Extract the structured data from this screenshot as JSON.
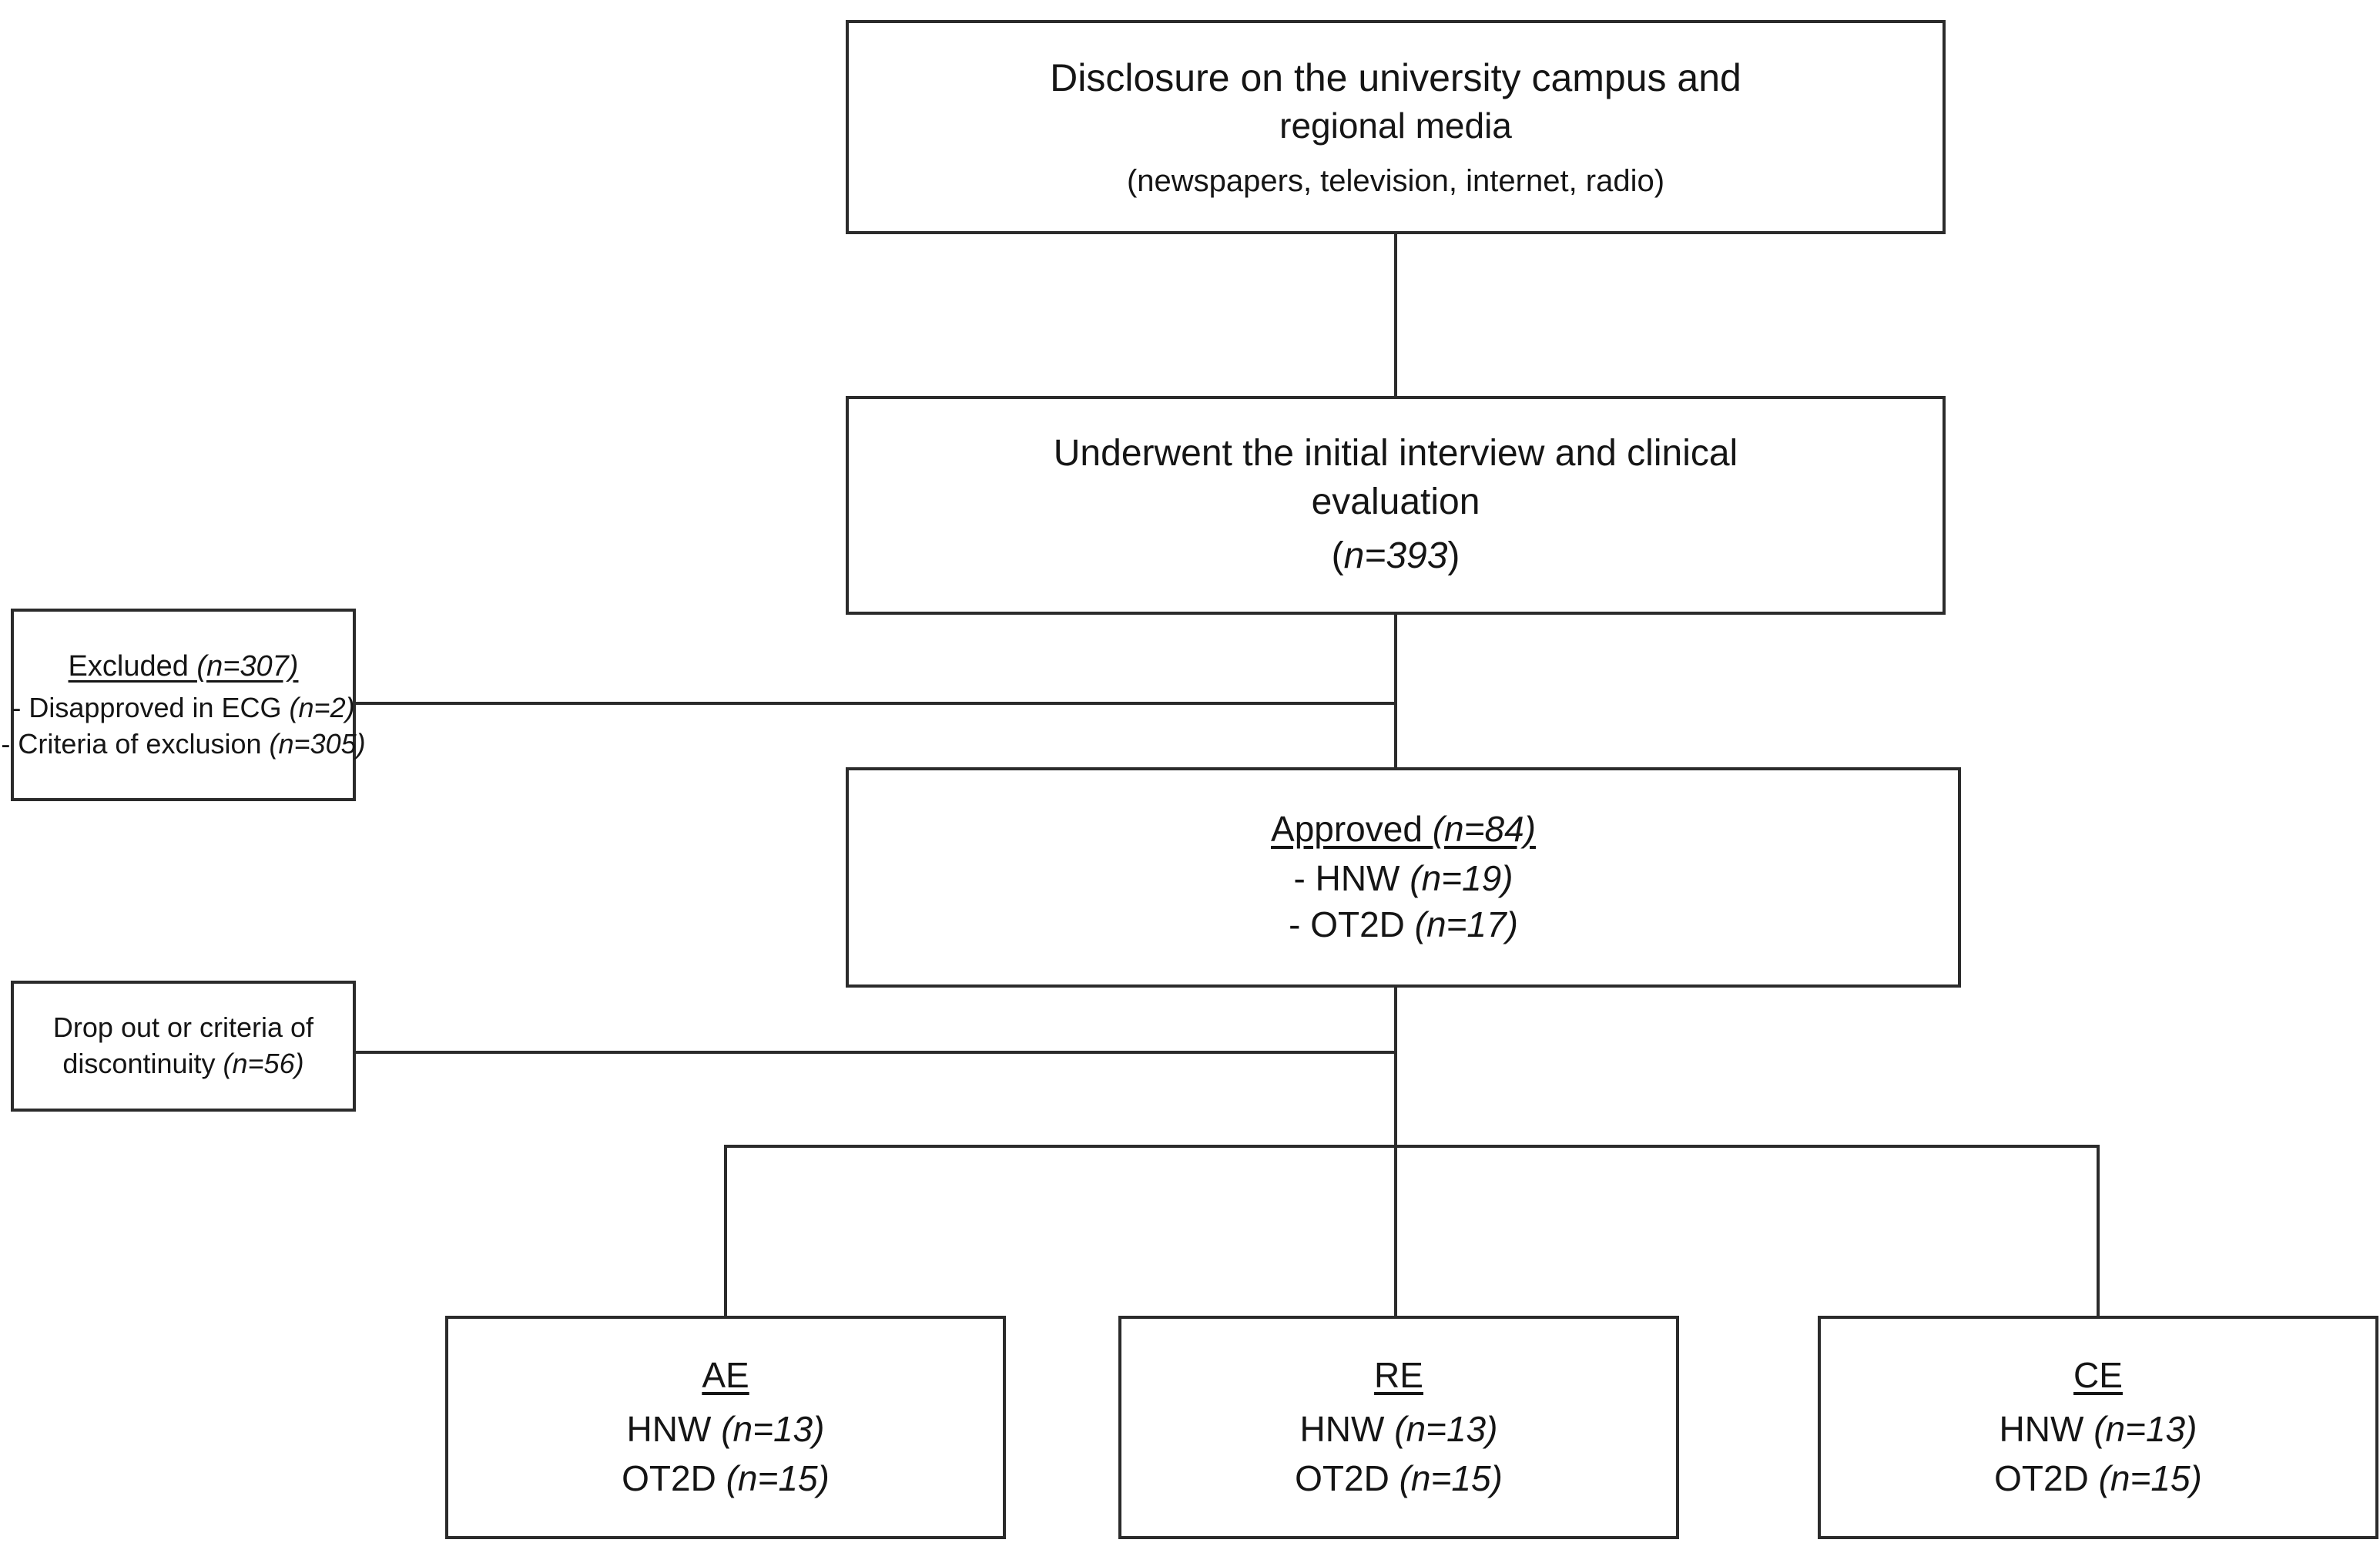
{
  "diagram": {
    "title": "Participant flow diagram",
    "colors": {
      "box_border": "#2b2b2b",
      "connector": "#2b2b2b",
      "background": "#ffffff",
      "text": "#151515"
    },
    "nodes": {
      "disclosure": {
        "line1": "Disclosure on the university campus and",
        "line2": "regional media",
        "line3": "(newspapers, television, internet, radio)"
      },
      "initial_evaluation": {
        "line1": "Underwent the initial interview and clinical",
        "line2": "evaluation",
        "line3_prefix": "(",
        "line3_n": "n=393",
        "line3_suffix": ")"
      },
      "excluded": {
        "heading_label": "Excluded ",
        "heading_n": "(n=307)",
        "item1_label": "- Disapproved in ECG ",
        "item1_n": "(n=2)",
        "item2_label": "- Criteria of exclusion ",
        "item2_n": "(n=305)"
      },
      "approved": {
        "heading_label": "Approved ",
        "heading_n": "(n=84)",
        "item1_label": "- HNW ",
        "item1_n": "(n=19)",
        "item2_label": "- OT2D ",
        "item2_n": "(n=17)"
      },
      "dropout": {
        "line1": "Drop out or criteria of",
        "line2_label": "discontinuity ",
        "line2_n": "(n=56)"
      },
      "group_ae": {
        "heading": "AE",
        "item1_label": "HNW ",
        "item1_n": "(n=13)",
        "item2_label": "OT2D ",
        "item2_n": "(n=15)"
      },
      "group_re": {
        "heading": "RE",
        "item1_label": "HNW ",
        "item1_n": "(n=13)",
        "item2_label": "OT2D ",
        "item2_n": "(n=15)"
      },
      "group_ce": {
        "heading": "CE",
        "item1_label": "HNW ",
        "item1_n": "(n=13)",
        "item2_label": "OT2D ",
        "item2_n": "(n=15)"
      }
    }
  }
}
